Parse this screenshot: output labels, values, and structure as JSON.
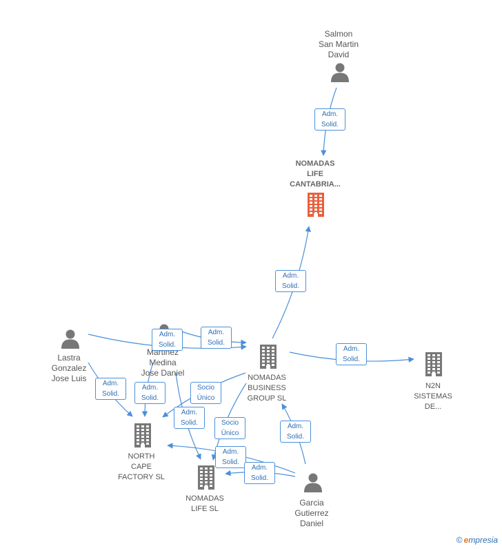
{
  "nodes": {
    "salmon": {
      "label": [
        "Salmon",
        "San Martin",
        "David"
      ],
      "type": "person"
    },
    "nomadas_life_cantabria": {
      "label": [
        "NOMADAS",
        "LIFE",
        "CANTABRIA..."
      ],
      "type": "company-focus"
    },
    "nomadas_business": {
      "label": [
        "NOMADAS",
        "BUSINESS",
        "GROUP  SL"
      ],
      "type": "company"
    },
    "n2n": {
      "label": [
        "N2N",
        "SISTEMAS",
        "DE..."
      ],
      "type": "company"
    },
    "lastra": {
      "label": [
        "Lastra",
        "Gonzalez",
        "Jose Luis"
      ],
      "type": "person"
    },
    "martinez": {
      "label": [
        "Martinez",
        "Medina",
        "Jose Daniel"
      ],
      "type": "person"
    },
    "north_cape": {
      "label": [
        "NORTH",
        "CAPE",
        "FACTORY  SL"
      ],
      "type": "company"
    },
    "nomadas_life": {
      "label": [
        "NOMADAS",
        "LIFE  SL"
      ],
      "type": "company"
    },
    "garcia": {
      "label": [
        "Garcia",
        "Gutierrez",
        "Daniel"
      ],
      "type": "person"
    }
  },
  "edges": [
    {
      "from": "salmon",
      "to": "nomadas_life_cantabria",
      "label": [
        "Adm.",
        "Solid."
      ]
    },
    {
      "from": "nomadas_business",
      "to": "nomadas_life_cantabria",
      "label": [
        "Adm.",
        "Solid."
      ]
    },
    {
      "from": "nomadas_business",
      "to": "n2n",
      "label": [
        "Adm.",
        "Solid."
      ]
    },
    {
      "from": "lastra",
      "to": "nomadas_business",
      "label": [
        "Adm.",
        "Solid."
      ]
    },
    {
      "from": "martinez",
      "to": "nomadas_business",
      "label": [
        "Adm.",
        "Solid."
      ]
    },
    {
      "from": "lastra",
      "to": "north_cape",
      "label": [
        "Adm.",
        "Solid."
      ]
    },
    {
      "from": "martinez",
      "to": "north_cape",
      "label": [
        "Adm.",
        "Solid."
      ]
    },
    {
      "from": "nomadas_business",
      "to": "north_cape",
      "label": [
        "Socio",
        "Único"
      ]
    },
    {
      "from": "martinez",
      "to": "nomadas_life",
      "label": [
        "Adm.",
        "Solid."
      ]
    },
    {
      "from": "nomadas_business",
      "to": "nomadas_life",
      "label": [
        "Socio",
        "Único"
      ]
    },
    {
      "from": "garcia",
      "to": "nomadas_business",
      "label": [
        "Adm.",
        "Solid."
      ]
    },
    {
      "from": "garcia",
      "to": "north_cape",
      "label": [
        "Adm.",
        "Solid."
      ]
    },
    {
      "from": "garcia",
      "to": "nomadas_life",
      "label": [
        "Adm.",
        "Solid."
      ]
    }
  ],
  "footer": {
    "copyright": "©",
    "brand_initial": "e",
    "brand_rest": "mpresia"
  },
  "colors": {
    "edge": "#4a90d9",
    "focus_company": "#e8603c",
    "company": "#777777",
    "person": "#777777"
  }
}
